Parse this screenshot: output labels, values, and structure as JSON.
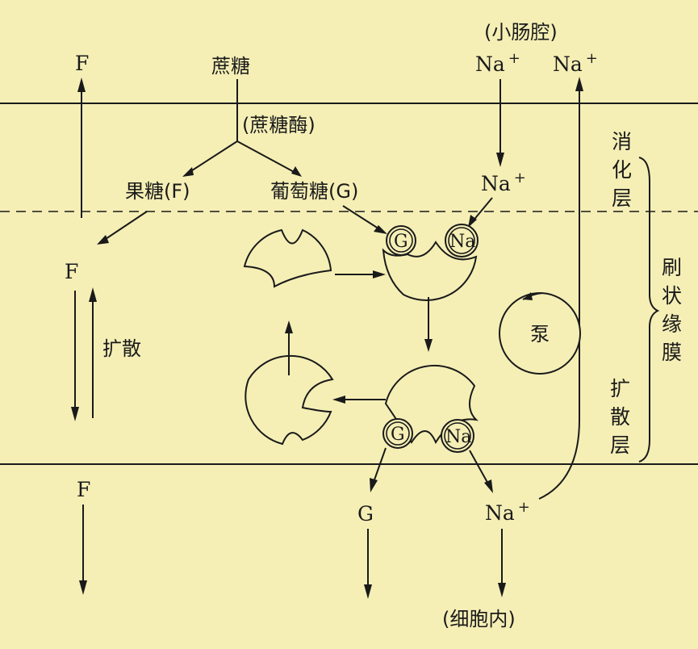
{
  "labels": {
    "lumen": "(小肠腔)",
    "sucrose": "蔗糖",
    "sucrase": "(蔗糖酶)",
    "fructose": "果糖(F)",
    "glucose": "葡萄糖(G)",
    "f_top": "F",
    "f_mid": "F",
    "f_bottom": "F",
    "diffusion_left": "扩散",
    "na_lumen_1": "Na",
    "na_lumen_2": "Na",
    "na_inner": "Na",
    "g_bottom": "G",
    "na_bottom": "Na",
    "plus": "+",
    "cell_interior": "(细胞内)",
    "pump": "泵",
    "g_carrier": "G",
    "na_carrier": "Na"
  },
  "side_labels": {
    "digestive_layer": [
      "消",
      "化",
      "层"
    ],
    "brush_border": [
      "刷",
      "状",
      "缘",
      "膜"
    ],
    "diffusion_layer": [
      "扩",
      "散",
      "层"
    ]
  }
}
